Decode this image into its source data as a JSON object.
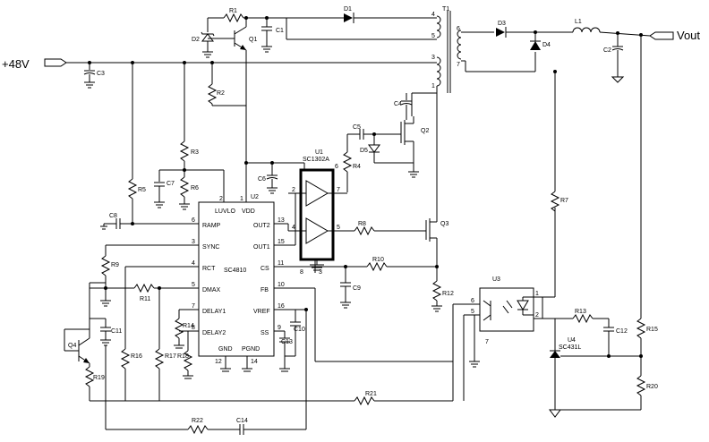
{
  "io": {
    "input_label": "+48V",
    "output_label": "Vout"
  },
  "ic_controller": {
    "name": "SC4810",
    "ref": "U2",
    "pins_left": [
      {
        "name": "LUVLO",
        "num": "2"
      },
      {
        "name": "RAMP",
        "num": "6"
      },
      {
        "name": "SYNC",
        "num": "3"
      },
      {
        "name": "RCT",
        "num": "4"
      },
      {
        "name": "DMAX",
        "num": "5"
      },
      {
        "name": "DELAY1",
        "num": "7"
      },
      {
        "name": "DELAY2",
        "num": "8"
      }
    ],
    "pins_right": [
      {
        "name": "VDD",
        "num": "1"
      },
      {
        "name": "OUT2",
        "num": "13"
      },
      {
        "name": "OUT1",
        "num": "15"
      },
      {
        "name": "CS",
        "num": "11"
      },
      {
        "name": "FB",
        "num": "10"
      },
      {
        "name": "VREF",
        "num": "16"
      },
      {
        "name": "SS",
        "num": "9"
      }
    ],
    "pins_bottom": [
      {
        "name": "GND",
        "num": "12"
      },
      {
        "name": "PGND",
        "num": "14"
      }
    ]
  },
  "ic_driver": {
    "ref": "U1",
    "name": "SC1302A",
    "pins": [
      "2",
      "7",
      "4",
      "5",
      "6",
      "8",
      "3"
    ]
  },
  "optocoupler": {
    "ref": "U3",
    "pins": [
      "1",
      "2",
      "6",
      "5",
      "7"
    ]
  },
  "shunt_ref": {
    "ref": "U4",
    "name": "SC431L"
  },
  "transformer": {
    "ref": "T1",
    "pins": [
      "4",
      "5",
      "3",
      "1",
      "6",
      "7"
    ]
  },
  "inductor": {
    "ref": "L1"
  },
  "resistors": [
    "R1",
    "R2",
    "R3",
    "R4",
    "R5",
    "R6",
    "R7",
    "R8",
    "R9",
    "R10",
    "R11",
    "R12",
    "R13",
    "R14",
    "R15",
    "R16",
    "R17",
    "R18",
    "R19",
    "R20",
    "R21",
    "R22"
  ],
  "capacitors": [
    "C1",
    "C2",
    "C3",
    "C4",
    "C5",
    "C6",
    "C7",
    "C8",
    "C9",
    "C10",
    "C11",
    "C12",
    "C13",
    "C14"
  ],
  "diodes": [
    "D1",
    "D2",
    "D3",
    "D4",
    "D5"
  ],
  "transistors": [
    "Q1",
    "Q2",
    "Q3",
    "Q4"
  ]
}
